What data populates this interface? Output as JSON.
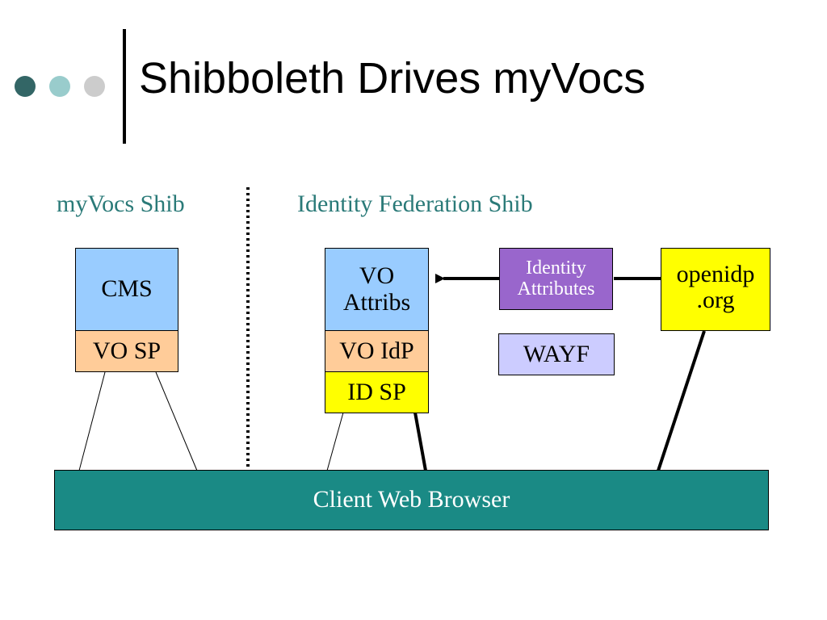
{
  "slide": {
    "title": "Shibboleth Drives myVocs",
    "bullet_colors": [
      "#336666",
      "#99cccc",
      "#cccccc"
    ]
  },
  "diagram": {
    "left_section_label": "myVocs Shib",
    "right_section_label": "Identity Federation Shib",
    "nodes": {
      "cms": "CMS",
      "vo_sp": "VO SP",
      "vo_attribs": "VO\nAttribs",
      "vo_idp": "VO IdP",
      "id_sp": "ID SP",
      "identity_attributes": "Identity\nAttributes",
      "wayf": "WAYF",
      "openidp": "openidp\n.org",
      "client_browser": "Client Web Browser"
    },
    "colors": {
      "section_label": "#2a7a78",
      "light_blue": "#99ccff",
      "peach": "#ffcc99",
      "yellow": "#ffff00",
      "purple": "#9966cc",
      "lavender": "#ccccff",
      "teal": "#1a8a85"
    }
  }
}
